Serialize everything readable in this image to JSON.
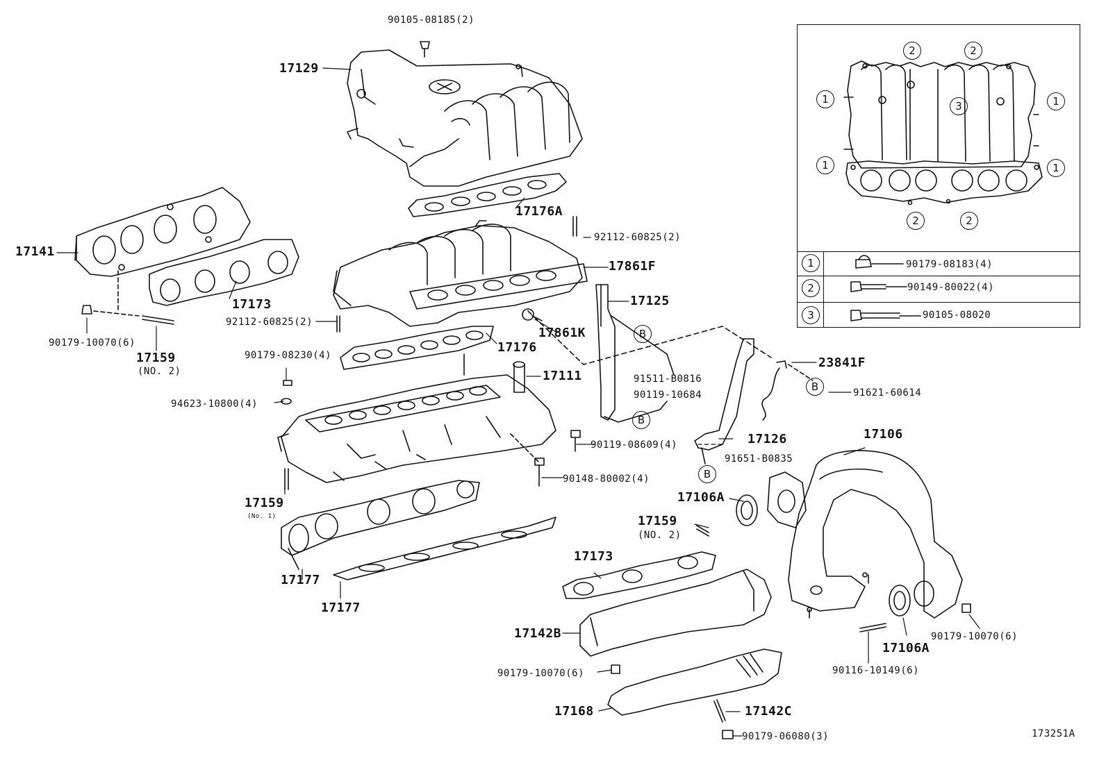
{
  "diagram_id": "173251A",
  "reference_markers": {
    "b": "B"
  },
  "inset": {
    "callouts": [
      "1",
      "2",
      "3"
    ],
    "legend": [
      {
        "num": "1",
        "part": "90179-08183(4)"
      },
      {
        "num": "2",
        "part": "90149-80022(4)"
      },
      {
        "num": "3",
        "part": "90105-08020"
      }
    ]
  },
  "labels": {
    "p90105_08185": "90105-08185(2)",
    "p17129": "17129",
    "p17176a": "17176A",
    "p92112_top": "92112-60825(2)",
    "p17861f": "17861F",
    "p17141": "17141",
    "p17173_left": "17173",
    "p92112_left": "92112-60825(2)",
    "p90179_10070_left": "90179-10070(6)",
    "p17159_left": "17159",
    "p17159_left_sub": "(NO. 2)",
    "p17125": "17125",
    "p17861k": "17861K",
    "p17176": "17176",
    "p90179_08230": "90179-08230(4)",
    "p17111": "17111",
    "p91511": "91511-B0816",
    "p90119_10684": "90119-10684",
    "p23841f": "23841F",
    "p91621": "91621-60614",
    "p94623": "94623-10800(4)",
    "p90119_08609": "90119-08609(4)",
    "p17126": "17126",
    "p91651": "91651-B0835",
    "p17106": "17106",
    "p90148": "90148-80002(4)",
    "p17106a_left": "17106A",
    "p17159_mid": "17159",
    "p17159_mid_sub": "(No. 1)",
    "p17159_right": "17159",
    "p17159_right_sub": "(NO. 2)",
    "p17173_right": "17173",
    "p17177_a": "17177",
    "p17177_b": "17177",
    "p17142b": "17142B",
    "p90179_10070_mid": "90179-10070(6)",
    "p90179_10070_right": "90179-10070(6)",
    "p17106a_right": "17106A",
    "p90116": "90116-10149(6)",
    "p17168": "17168",
    "p17142c": "17142C",
    "p90179_06080": "90179-06080(3)"
  },
  "colors": {
    "ink": "#111111",
    "paper": "#ffffff"
  }
}
